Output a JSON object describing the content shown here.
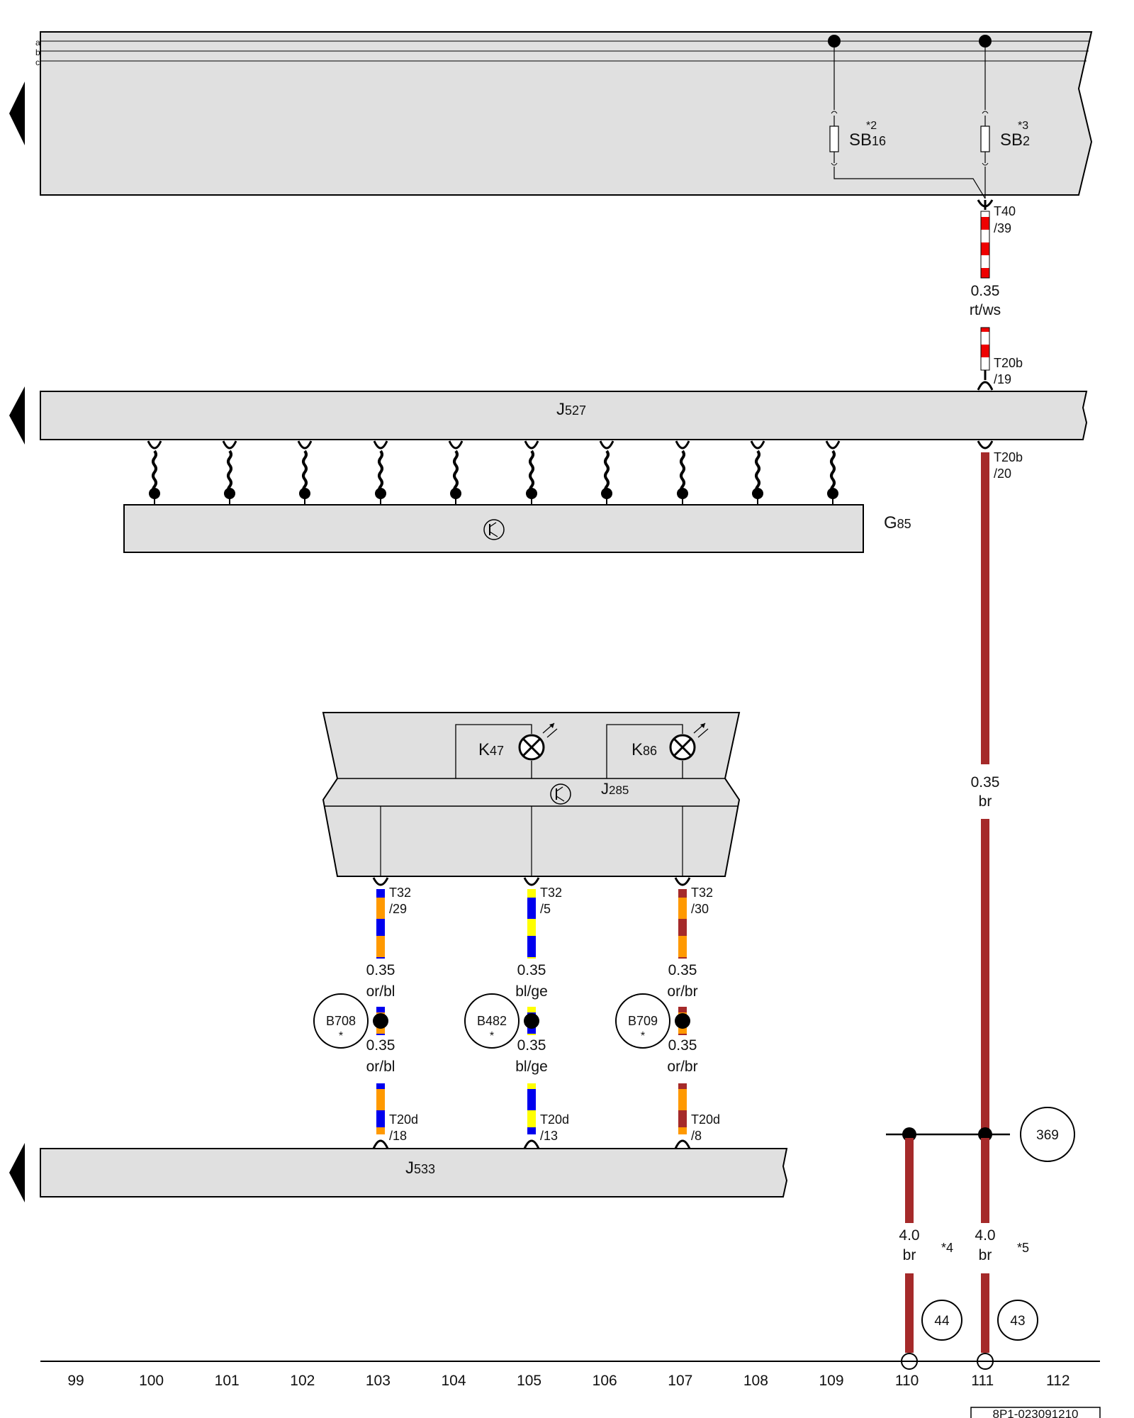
{
  "bus": {
    "lines": [
      "a",
      "b",
      "c"
    ]
  },
  "fuses": {
    "sb16": {
      "name": "SB",
      "sub": "16",
      "note": "*2"
    },
    "sb2": {
      "name": "SB",
      "sub": "2",
      "note": "*3"
    }
  },
  "connectors": {
    "t40": [
      "T40",
      "/39"
    ],
    "t20b_19": [
      "T20b",
      "/19"
    ],
    "t20b_20": [
      "T20b",
      "/20"
    ],
    "t32_29": [
      "T32",
      "/29"
    ],
    "t32_5": [
      "T32",
      "/5"
    ],
    "t32_30": [
      "T32",
      "/30"
    ],
    "t20d_18": [
      "T20d",
      "/18"
    ],
    "t20d_13": [
      "T20d",
      "/13"
    ],
    "t20d_8": [
      "T20d",
      "/8"
    ]
  },
  "components": {
    "j527": {
      "name": "J",
      "sub": "527"
    },
    "g85": {
      "name": "G",
      "sub": "85"
    },
    "j285": {
      "name": "J",
      "sub": "285"
    },
    "k47": {
      "name": "K",
      "sub": "47"
    },
    "k86": {
      "name": "K",
      "sub": "86"
    },
    "j533": {
      "name": "J",
      "sub": "533"
    }
  },
  "wires": {
    "rtws": {
      "size": "0.35",
      "color": "rt/ws"
    },
    "br_main": {
      "size": "0.35",
      "color": "br"
    },
    "orbl_top": {
      "size": "0.35",
      "color": "or/bl"
    },
    "blge_top": {
      "size": "0.35",
      "color": "bl/ge"
    },
    "orbr_top": {
      "size": "0.35",
      "color": "or/br"
    },
    "orbl_bot": {
      "size": "0.35",
      "color": "or/bl"
    },
    "blge_bot": {
      "size": "0.35",
      "color": "bl/ge"
    },
    "orbr_bot": {
      "size": "0.35",
      "color": "or/br"
    },
    "br_110": {
      "size": "4.0",
      "color": "br"
    },
    "br_111": {
      "size": "4.0",
      "color": "br"
    }
  },
  "splices": {
    "b708": {
      "name": "B708",
      "note": "*"
    },
    "b482": {
      "name": "B482",
      "note": "*"
    },
    "b709": {
      "name": "B709",
      "note": "*"
    }
  },
  "refs": {
    "r369": "369",
    "r44": "44",
    "r43": "43",
    "n4": "*4",
    "n5": "*5"
  },
  "track_numbers": [
    "99",
    "100",
    "101",
    "102",
    "103",
    "104",
    "105",
    "106",
    "107",
    "108",
    "109",
    "110",
    "111",
    "112"
  ],
  "doc_id": "8P1-023091210",
  "colors": {
    "panel": "#e0e0e0",
    "brown": "#a52a2a",
    "red": "#ee0000",
    "blue": "#0000ee",
    "orange": "#ff9900",
    "yellow": "#ffff00"
  }
}
